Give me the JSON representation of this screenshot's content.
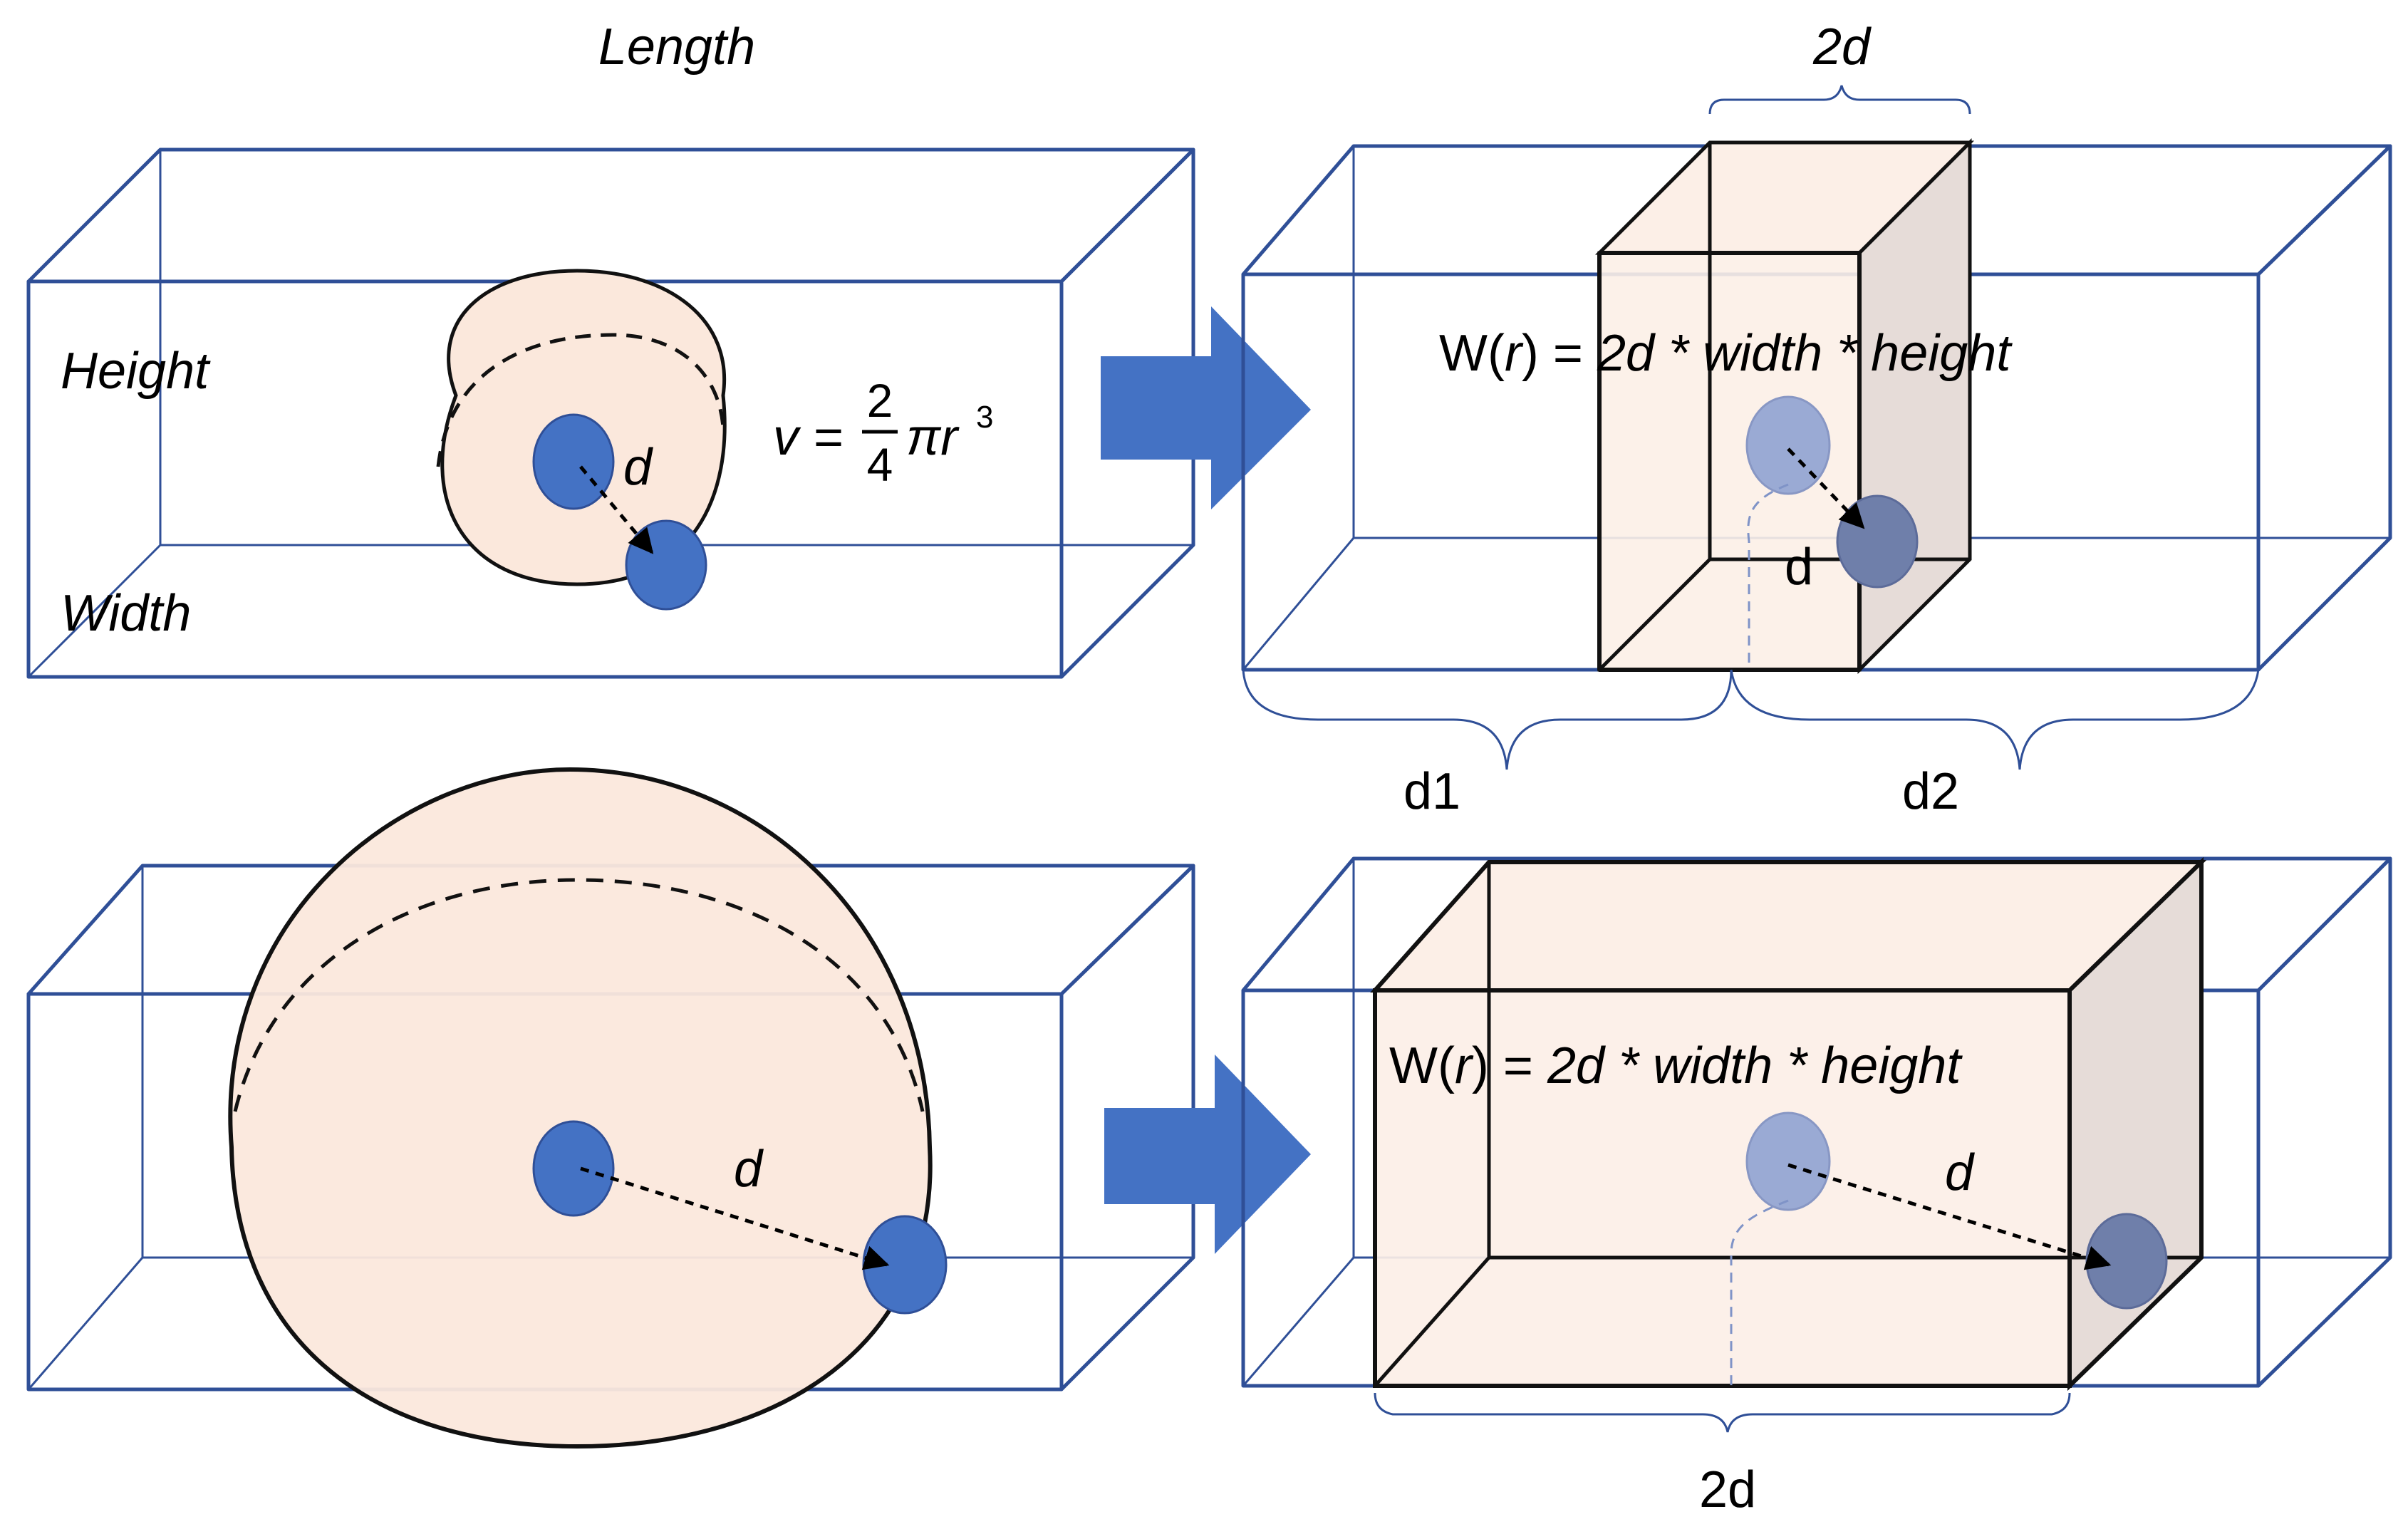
{
  "labels": {
    "length": "Length",
    "height": "Height",
    "width": "Width",
    "d": "d",
    "two_d": "2d",
    "d1": "d1",
    "d2": "d2"
  },
  "formula_volume": {
    "lhs": "v =",
    "numerator": "2",
    "denominator": "4",
    "tail": "πr",
    "exponent": "3"
  },
  "formula_window": {
    "w": "W(",
    "r": "r",
    "rest_plain": ") = ",
    "rest_italic": "2d * width * height"
  },
  "colors": {
    "box_edge": "#2f4f97",
    "particle": "#4472c4",
    "particle_faded": "#9aaad4",
    "particle_dark": "#6f7faa",
    "sphere_fill": "#fbe8dc",
    "prism_fill": "#fcefe7",
    "prism_side": "#e6dcd8",
    "arrow": "#4472c4"
  }
}
